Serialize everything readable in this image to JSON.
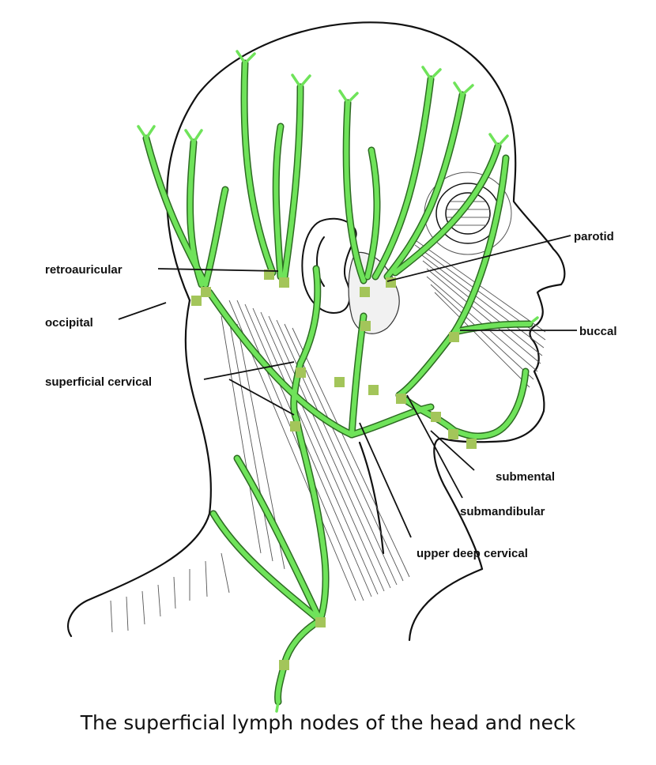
{
  "caption": "The superficial lymph nodes of the head and neck",
  "labels": {
    "parotid": "parotid",
    "retroauricular": "retroauricular",
    "occipital": "occipital",
    "buccal": "buccal",
    "superficial_cervical": "superficial cervical",
    "submental": "submental",
    "submandibular": "submandibular",
    "upper_deep_cervical": "upper deep cervical"
  },
  "colors": {
    "lymph_vessel": "#6fe35a",
    "lymph_vessel_stroke": "#2d6b22",
    "node_marker": "#a3c55a",
    "outline": "#111111"
  }
}
